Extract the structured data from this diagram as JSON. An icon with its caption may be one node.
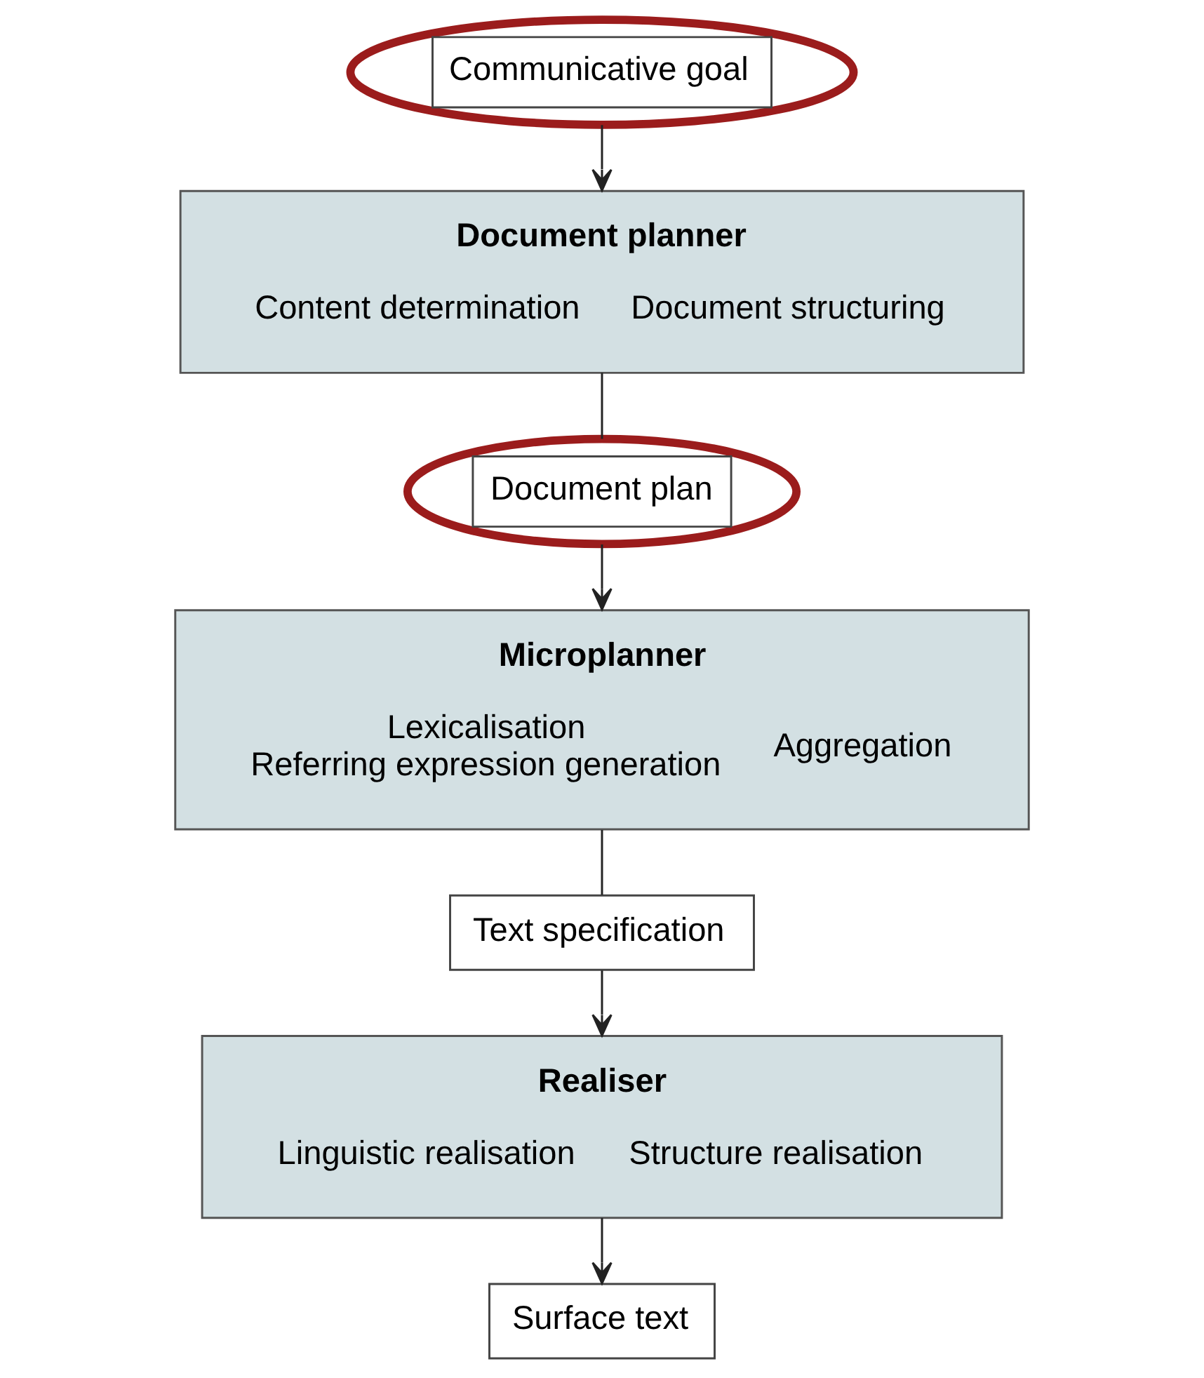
{
  "diagram": {
    "nodes": [
      {
        "text": [
          "Communicative goal"
        ]
      },
      {
        "text": [
          "Document planner",
          "Content determination",
          "Document structuring"
        ]
      },
      {
        "text": [
          "Document plan"
        ]
      },
      {
        "text": [
          "Microplanner",
          "Lexicalisation",
          "Referring expression generation",
          "Aggregation"
        ]
      },
      {
        "text": [
          "Text specification"
        ]
      },
      {
        "text": [
          "Realiser",
          "Linguistic realisation",
          "Structure realisation"
        ]
      },
      {
        "text": [
          "Surface text"
        ]
      }
    ],
    "edges": [
      {
        "from": 0,
        "to": 1,
        "arrow": "to"
      },
      {
        "from": 1,
        "to": 2,
        "arrow": "none"
      },
      {
        "from": 2,
        "to": 3,
        "arrow": "to"
      },
      {
        "from": 3,
        "to": 4,
        "arrow": "none"
      },
      {
        "from": 4,
        "to": 5,
        "arrow": "to"
      },
      {
        "from": 5,
        "to": 6,
        "arrow": "to"
      }
    ]
  }
}
